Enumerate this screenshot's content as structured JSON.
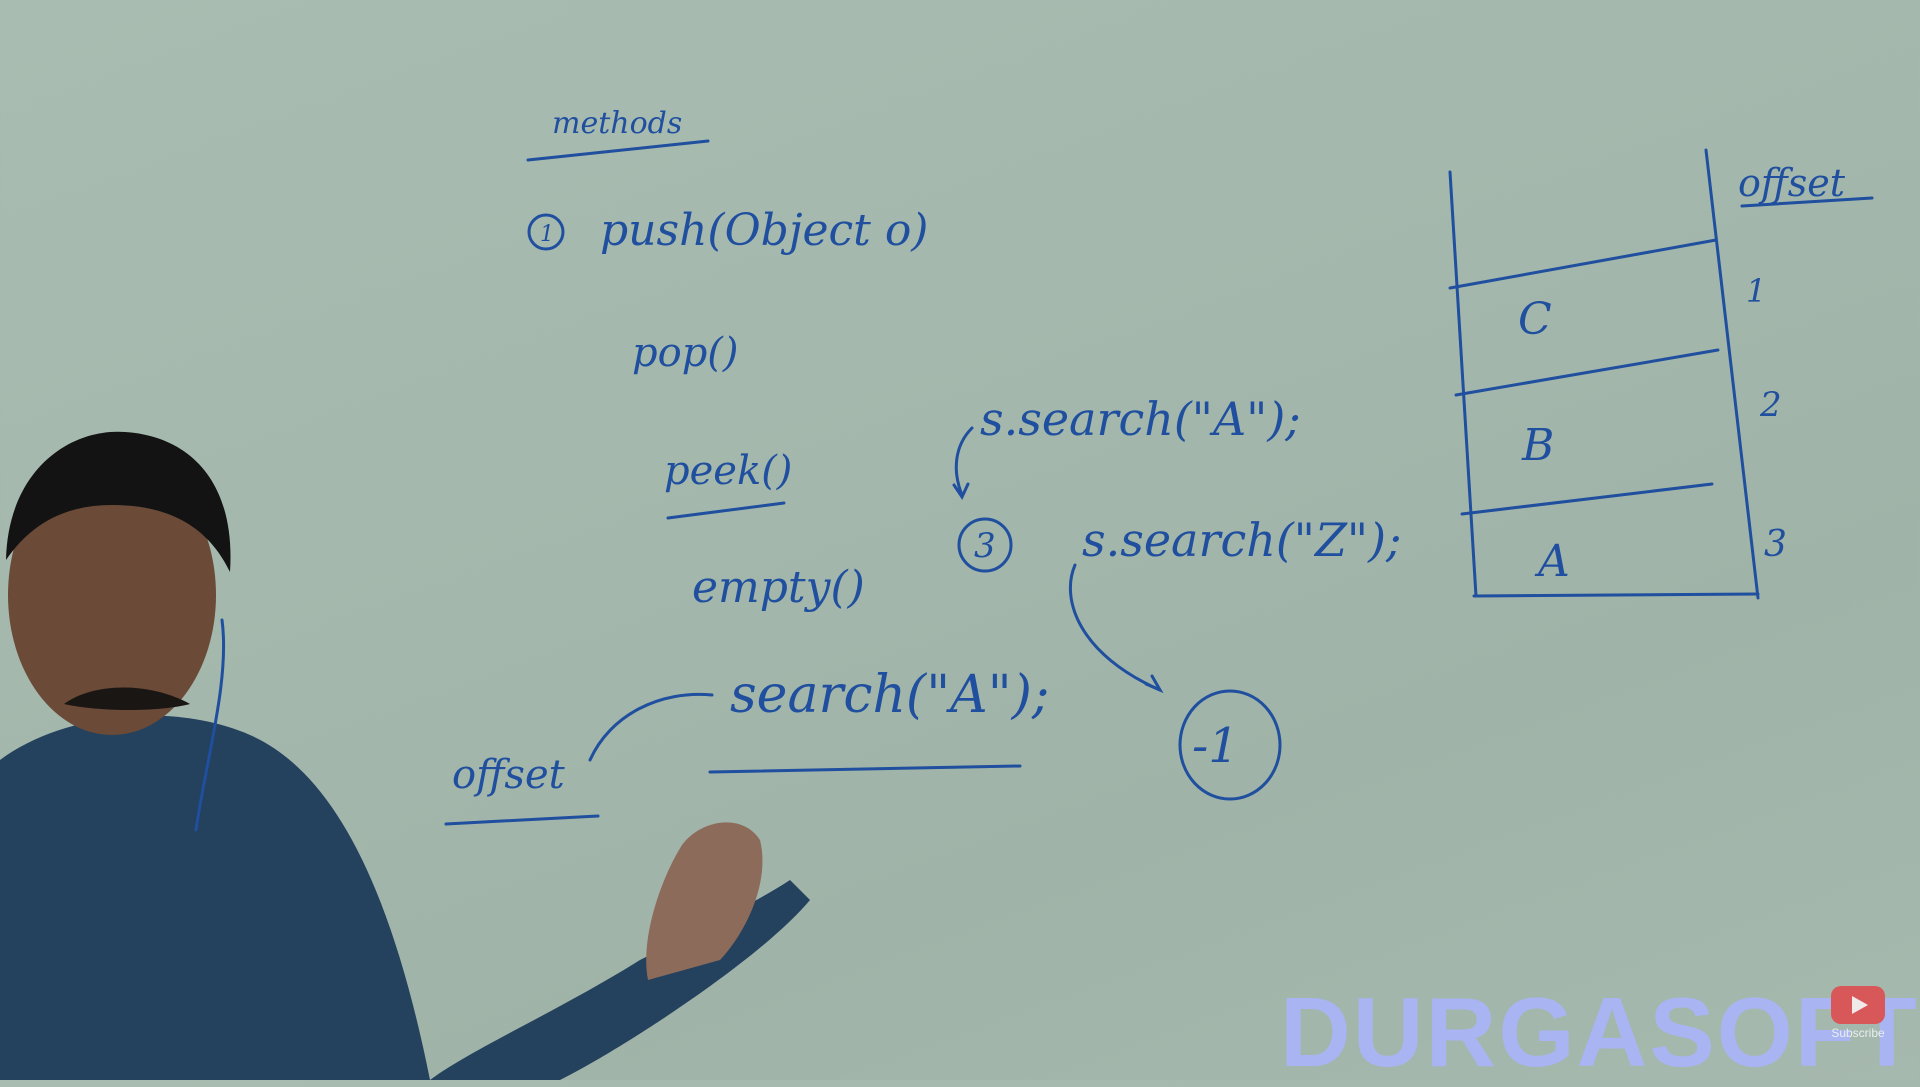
{
  "board": {
    "heading": "methods",
    "item_number": "1",
    "methods": [
      "push(Object o)",
      "pop()",
      "peek()",
      "empty()"
    ],
    "search_call": "search(\"A\");",
    "offset_label": "offset",
    "example_1": "s.search(\"A\");",
    "result_1": "3",
    "example_2": "s.search(\"Z\");",
    "result_2": "-1",
    "stack_header": "offset",
    "stack_items": [
      "C",
      "B",
      "A"
    ],
    "stack_offsets": [
      "1",
      "2",
      "3"
    ]
  },
  "watermark": "DURGASOFT",
  "subscribe_label": "Subscribe",
  "colors": {
    "ink": "#1f4f9e",
    "watermark": "#a9b4f2",
    "board": "#a6b9ae"
  }
}
